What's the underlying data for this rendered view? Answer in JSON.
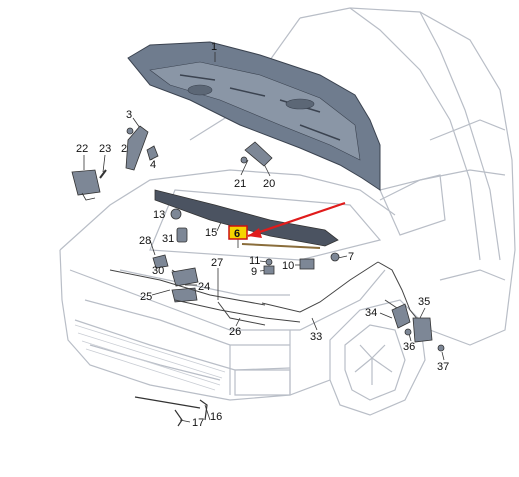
{
  "labels": {
    "l1": "1",
    "l2": "2",
    "l3": "3",
    "l4": "4",
    "l6": "6",
    "l7": "7",
    "l9": "9",
    "l10": "10",
    "l11": "11",
    "l13": "13",
    "l15": "15",
    "l16": "16",
    "l17": "17",
    "l20": "20",
    "l21": "21",
    "l22": "22",
    "l23": "23",
    "l24": "24",
    "l25": "25",
    "l26": "26",
    "l27": "27",
    "l28": "28",
    "l30": "30",
    "l31": "31",
    "l33": "33",
    "l34": "34",
    "l35": "35",
    "l36": "36",
    "l37": "37"
  },
  "colors": {
    "highlight_box": "#f5d400",
    "arrow": "#e01b1b",
    "outline": "#b9bec7",
    "hood_fill": "#6f7c8e",
    "part_fill": "#7d8796"
  }
}
